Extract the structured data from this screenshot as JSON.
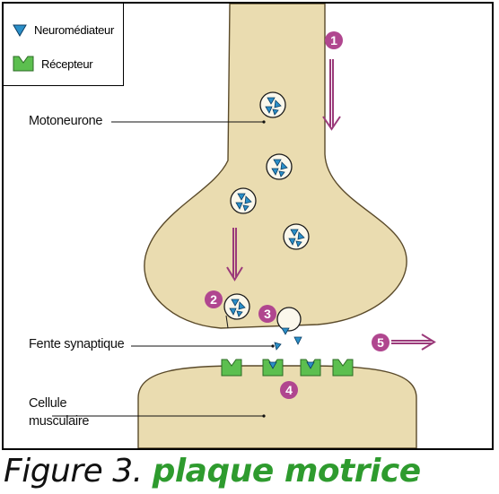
{
  "legend": {
    "neuromediator_label": "Neuromédiateur",
    "receptor_label": "Récepteur"
  },
  "labels": {
    "motoneurone": "Motoneurone",
    "fente": "Fente synaptique",
    "cellule_line1": "Cellule",
    "cellule_line2": "musculaire"
  },
  "steps": [
    "1",
    "2",
    "3",
    "4",
    "5"
  ],
  "caption": {
    "prefix": "Figure 3. ",
    "title": "plaque motrice"
  },
  "colors": {
    "neuron_fill": "#eadcb0",
    "neurotransmitter": "#2b8fc8",
    "receptor": "#5cbf4f",
    "arrow": "#9b3a7a",
    "step_badge": "#b0468f",
    "caption_accent": "#2e9b2e"
  }
}
